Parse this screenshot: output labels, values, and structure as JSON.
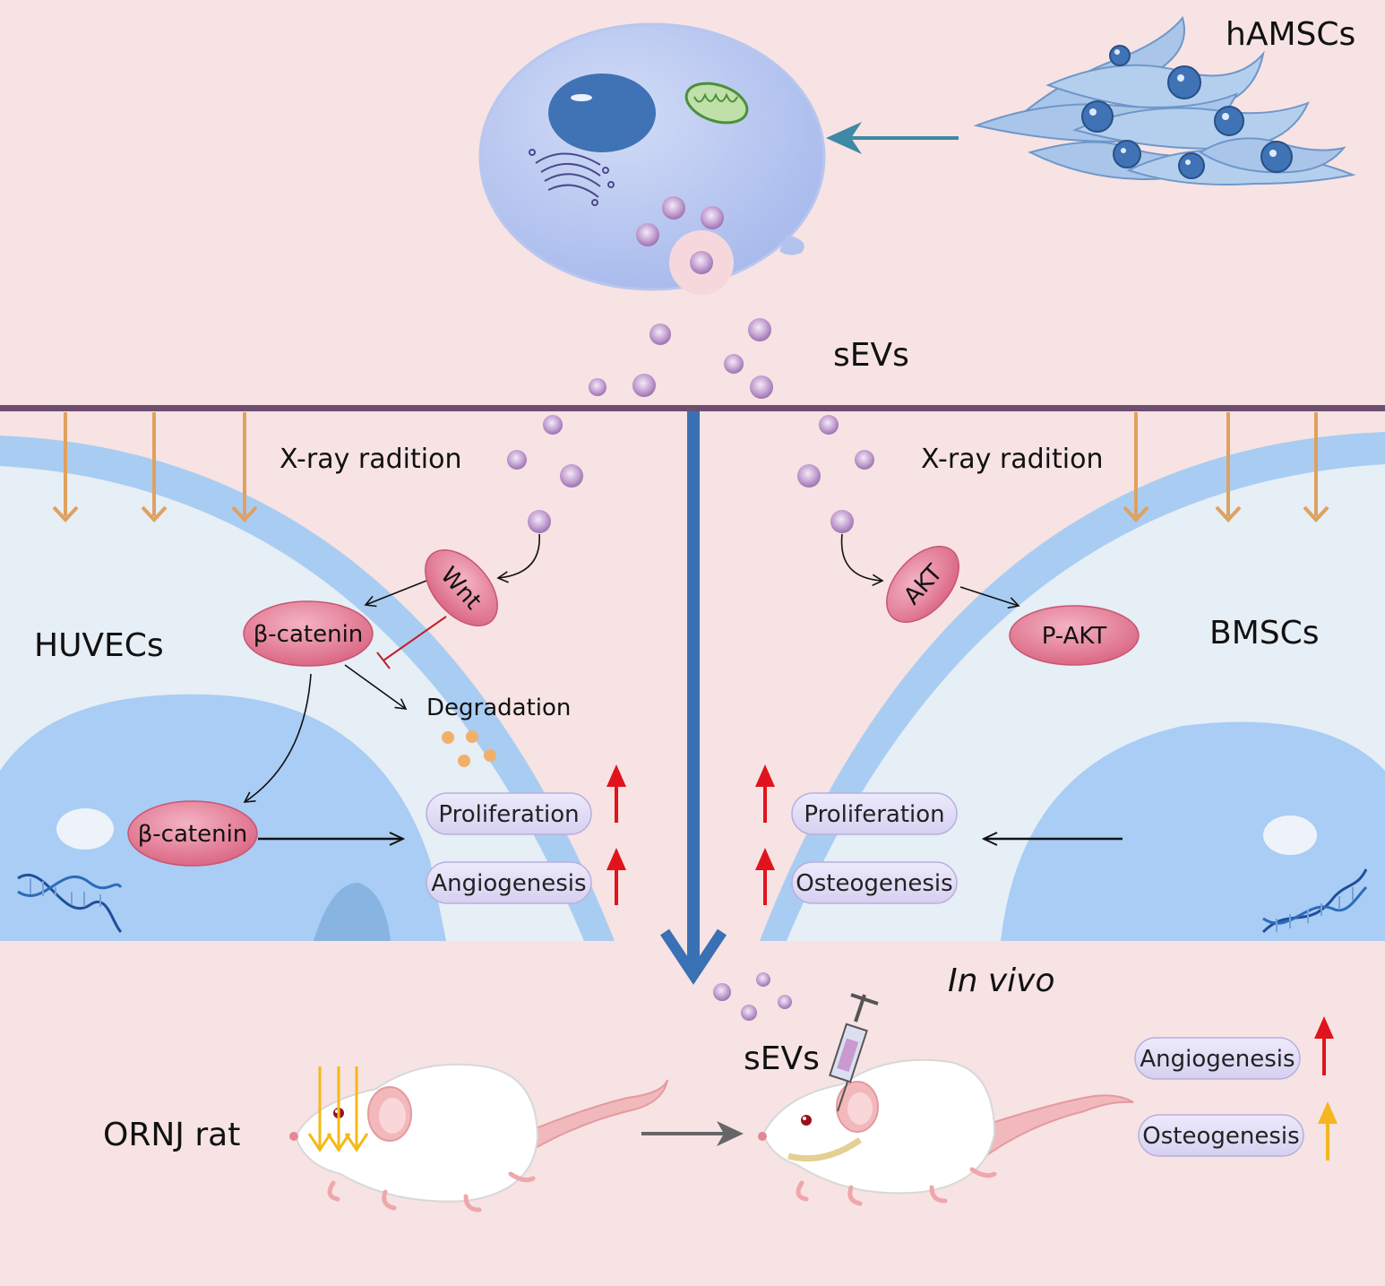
{
  "labels": {
    "hamscs": "hAMSCs",
    "sevs_top": "sEVs",
    "xray_left": "X-ray radition",
    "xray_right": "X-ray radition",
    "huvecs": "HUVECs",
    "bmscs": "BMSCs",
    "degradation": "Degradation",
    "in_vivo": "In vivo",
    "sevs_bottom": "sEVs",
    "ornj_rat": "ORNJ rat"
  },
  "molecules": {
    "wnt": "Wnt",
    "beta_catenin_1": "β-catenin",
    "beta_catenin_2": "β-catenin",
    "akt": "AKT",
    "p_akt": "P-AKT"
  },
  "outcomes": {
    "left_proliferation": "Proliferation",
    "left_angiogenesis": "Angiogenesis",
    "right_proliferation": "Proliferation",
    "right_osteogenesis": "Osteogenesis",
    "bottom_angiogenesis": "Angiogenesis",
    "bottom_osteogenesis": "Osteogenesis"
  },
  "colors": {
    "background": "#f7e3e3",
    "divider": "#6e4e70",
    "cell_membrane": "#a9cdf2",
    "cell_body": "#e6eef6",
    "nucleus": "#a9cdf4",
    "main_arrow": "#3a70b4",
    "xray_arrow": "#dfa15f",
    "molecule_fill": "#e07c96",
    "pill_fill": "#e4e0f7",
    "up_red": "#e1131c",
    "up_yellow": "#f4b623"
  }
}
